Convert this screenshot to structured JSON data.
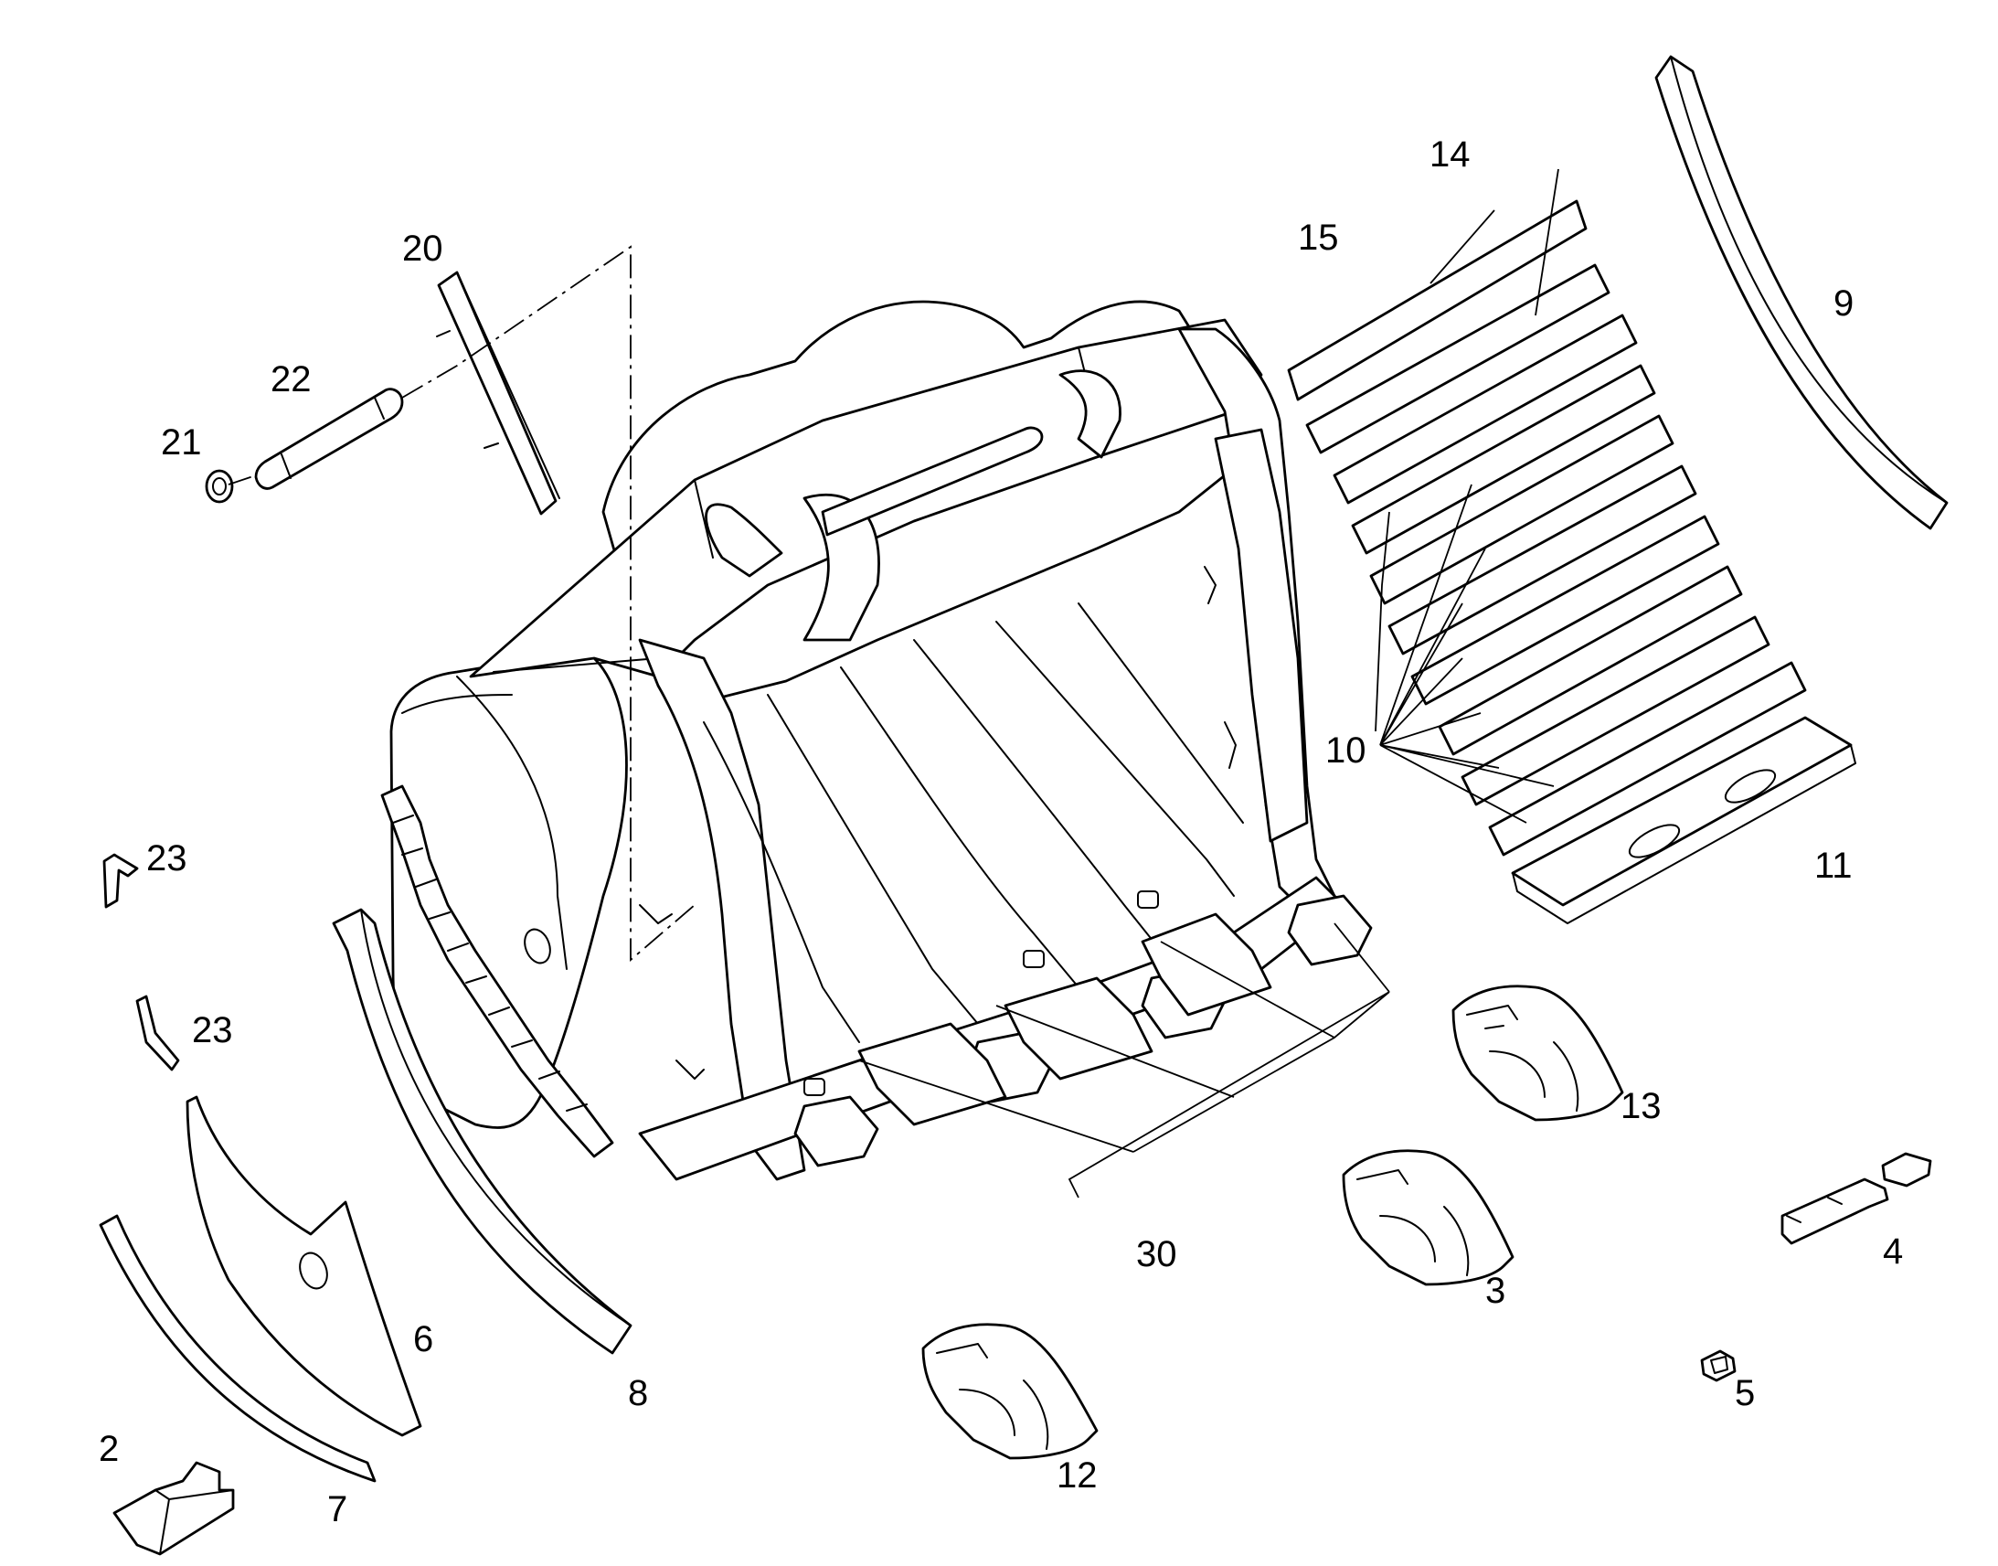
{
  "diagram": {
    "background": "#ffffff",
    "line_color": "#000000",
    "callouts": [
      {
        "key": "c2",
        "text": "2"
      },
      {
        "key": "c3",
        "text": "3"
      },
      {
        "key": "c4",
        "text": "4"
      },
      {
        "key": "c5",
        "text": "5"
      },
      {
        "key": "c6",
        "text": "6"
      },
      {
        "key": "c7",
        "text": "7"
      },
      {
        "key": "c8",
        "text": "8"
      },
      {
        "key": "c9",
        "text": "9"
      },
      {
        "key": "c10",
        "text": "10"
      },
      {
        "key": "c11",
        "text": "11"
      },
      {
        "key": "c12",
        "text": "12"
      },
      {
        "key": "c13",
        "text": "13"
      },
      {
        "key": "c14",
        "text": "14"
      },
      {
        "key": "c15",
        "text": "15"
      },
      {
        "key": "c20",
        "text": "20"
      },
      {
        "key": "c21",
        "text": "21"
      },
      {
        "key": "c22",
        "text": "22"
      },
      {
        "key": "c23a",
        "text": "23"
      },
      {
        "key": "c23b",
        "text": "23"
      },
      {
        "key": "c30",
        "text": "30"
      }
    ]
  }
}
